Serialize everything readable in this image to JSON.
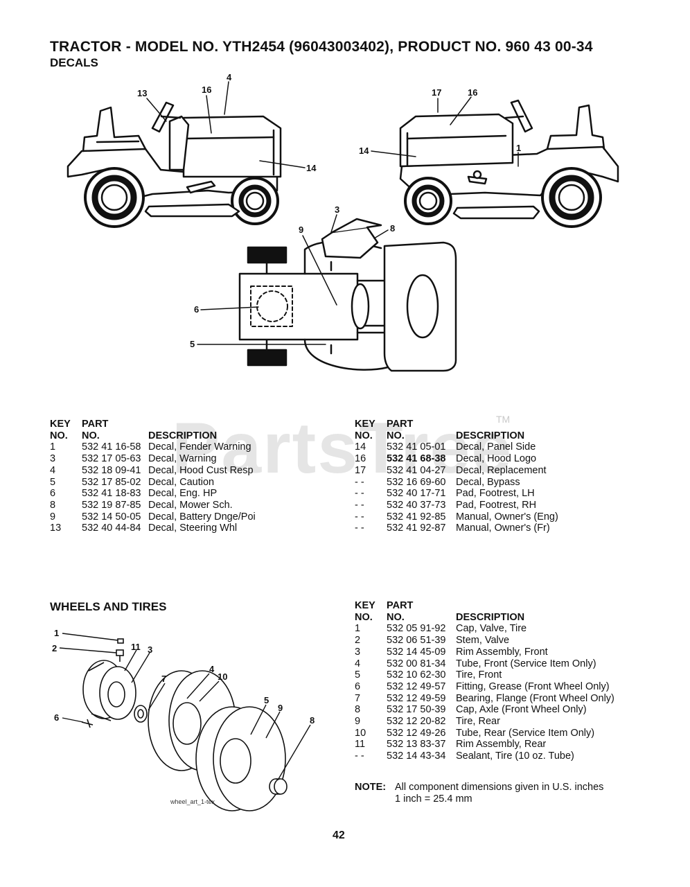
{
  "header": {
    "title": "TRACTOR - MODEL NO. YTH2454 (96043003402), PRODUCT NO. 960 43 00-34",
    "subtitle": "DECALS"
  },
  "watermark": {
    "text": "PartsTree",
    "tm": "TM"
  },
  "decals_diagram": {
    "callouts": [
      "13",
      "16",
      "4",
      "14",
      "17",
      "16",
      "14",
      "1",
      "3",
      "9",
      "8",
      "6",
      "5"
    ]
  },
  "decals_table_left": {
    "headers": {
      "key_1": "KEY",
      "key_2": "NO.",
      "part_1": "PART",
      "part_2": "NO.",
      "desc": "DESCRIPTION"
    },
    "rows": [
      {
        "key": "1",
        "part": "532 41 16-58",
        "desc": "Decal, Fender Warning"
      },
      {
        "key": "3",
        "part": "532 17 05-63",
        "desc": "Decal, Warning"
      },
      {
        "key": "4",
        "part": "532 18 09-41",
        "desc": "Decal, Hood Cust Resp"
      },
      {
        "key": "5",
        "part": "532 17 85-02",
        "desc": "Decal, Caution"
      },
      {
        "key": "6",
        "part": "532 41 18-83",
        "desc": "Decal, Eng. HP"
      },
      {
        "key": "8",
        "part": "532 19 87-85",
        "desc": "Decal, Mower Sch."
      },
      {
        "key": "9",
        "part": "532 14 50-05",
        "desc": "Decal, Battery Dnge/Poi"
      },
      {
        "key": "13",
        "part": "532 40 44-84",
        "desc": "Decal, Steering Whl"
      }
    ]
  },
  "decals_table_right": {
    "headers": {
      "key_1": "KEY",
      "key_2": "NO.",
      "part_1": "PART",
      "part_2": "NO.",
      "desc": "DESCRIPTION"
    },
    "rows": [
      {
        "key": "14",
        "part": "532 41 05-01",
        "desc": "Decal, Panel Side"
      },
      {
        "key": "16",
        "part": "532 41 68-38",
        "desc": "Decal, Hood Logo"
      },
      {
        "key": "17",
        "part": "532 41 04-27",
        "desc": "Decal, Replacement"
      },
      {
        "key": "- -",
        "part": "532 16 69-60",
        "desc": "Decal, Bypass"
      },
      {
        "key": "- -",
        "part": "532 40 17-71",
        "desc": "Pad, Footrest, LH"
      },
      {
        "key": "- -",
        "part": "532 40 37-73",
        "desc": "Pad, Footrest, RH"
      },
      {
        "key": "- -",
        "part": "532 41 92-85",
        "desc": "Manual, Owner's (Eng)"
      },
      {
        "key": "- -",
        "part": "532 41 92-87",
        "desc": "Manual, Owner's (Fr)"
      }
    ]
  },
  "wheels_section": {
    "heading": "WHEELS AND TIRES",
    "art_caption": "wheel_art_1-tex",
    "callouts": [
      "1",
      "2",
      "11",
      "3",
      "7",
      "4",
      "10",
      "6",
      "5",
      "9",
      "8"
    ]
  },
  "wheels_table": {
    "headers": {
      "key_1": "KEY",
      "key_2": "NO.",
      "part_1": "PART",
      "part_2": "NO.",
      "desc": "DESCRIPTION"
    },
    "rows": [
      {
        "key": "1",
        "part": "532 05 91-92",
        "desc": "Cap, Valve, Tire"
      },
      {
        "key": "2",
        "part": "532 06 51-39",
        "desc": "Stem, Valve"
      },
      {
        "key": "3",
        "part": "532 14 45-09",
        "desc": "Rim Assembly, Front"
      },
      {
        "key": "4",
        "part": "532 00 81-34",
        "desc": "Tube, Front (Service Item Only)"
      },
      {
        "key": "5",
        "part": "532 10 62-30",
        "desc": "Tire, Front"
      },
      {
        "key": "6",
        "part": "532 12 49-57",
        "desc": "Fitting, Grease (Front Wheel Only)"
      },
      {
        "key": "7",
        "part": "532 12 49-59",
        "desc": "Bearing, Flange (Front Wheel Only)"
      },
      {
        "key": "8",
        "part": "532 17 50-39",
        "desc": "Cap, Axle (Front Wheel Only)"
      },
      {
        "key": "9",
        "part": "532 12 20-82",
        "desc": "Tire, Rear"
      },
      {
        "key": "10",
        "part": "532 12 49-26",
        "desc": "Tube, Rear (Service Item Only)"
      },
      {
        "key": "11",
        "part": "532 13 83-37",
        "desc": "Rim Assembly, Rear"
      },
      {
        "key": "- -",
        "part": "532 14 43-34",
        "desc": "Sealant, Tire (10 oz. Tube)"
      }
    ]
  },
  "note": {
    "label": "NOTE:",
    "line1": "All component dimensions given in U.S. inches",
    "line2": "1 inch = 25.4 mm"
  },
  "footer": {
    "page_number": "42"
  }
}
